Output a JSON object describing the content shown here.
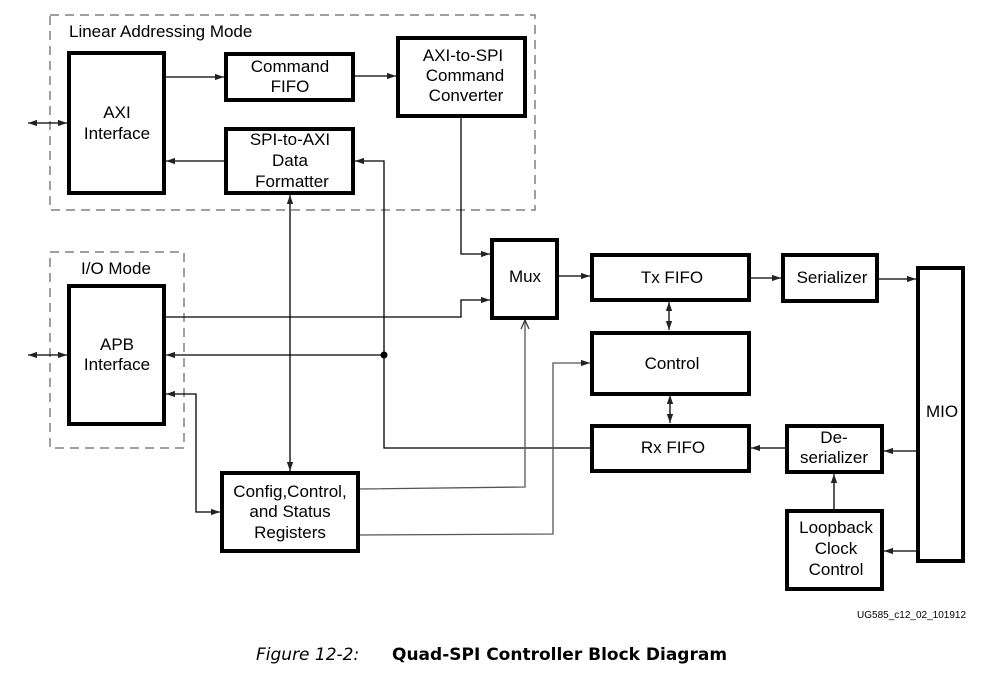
{
  "groups": {
    "linear": "Linear Addressing Mode",
    "io": "I/O Mode"
  },
  "blocks": {
    "axi_interface": [
      "AXI",
      "Interface"
    ],
    "command_fifo": [
      "Command",
      "FIFO"
    ],
    "axi_to_spi": [
      "AXI-to-SPI",
      "Command",
      "Converter"
    ],
    "spi_to_axi": [
      "SPI-to-AXI",
      "Data",
      "Formatter"
    ],
    "apb_interface": [
      "APB",
      "Interface"
    ],
    "mux": [
      "Mux"
    ],
    "tx_fifo": [
      "Tx FIFO"
    ],
    "control": [
      "Control"
    ],
    "rx_fifo": [
      "Rx FIFO"
    ],
    "serializer": [
      "Serializer"
    ],
    "deserializer": [
      "De-",
      "serializer"
    ],
    "loopback": [
      "Loopback",
      "Clock",
      "Control"
    ],
    "mio": [
      "MIO"
    ],
    "registers": [
      "Config,Control,",
      "and Status",
      "Registers"
    ]
  },
  "figure_id": "UG585_c12_02_101912",
  "caption": {
    "number": "Figure 12-2:",
    "title": "Quad-SPI Controller Block Diagram"
  },
  "connections": [
    {
      "from": "external",
      "to": "axi_interface",
      "direction": "bidirectional"
    },
    {
      "from": "axi_interface",
      "to": "command_fifo"
    },
    {
      "from": "command_fifo",
      "to": "axi_to_spi"
    },
    {
      "from": "spi_to_axi",
      "to": "axi_interface"
    },
    {
      "from": "axi_to_spi",
      "to": "mux"
    },
    {
      "from": "apb_interface",
      "to": "mux"
    },
    {
      "from": "registers",
      "to": "mux"
    },
    {
      "from": "external",
      "to": "apb_interface",
      "direction": "bidirectional"
    },
    {
      "from": "rx_fifo",
      "to": "apb_interface"
    },
    {
      "from": "rx_fifo",
      "to": "spi_to_axi"
    },
    {
      "from": "apb_interface",
      "to": "registers",
      "direction": "bidirectional"
    },
    {
      "from": "spi_to_axi",
      "to": "registers",
      "direction": "bidirectional"
    },
    {
      "from": "registers",
      "to": "control"
    },
    {
      "from": "mux",
      "to": "tx_fifo"
    },
    {
      "from": "tx_fifo",
      "to": "control",
      "direction": "bidirectional"
    },
    {
      "from": "control",
      "to": "rx_fifo",
      "direction": "bidirectional"
    },
    {
      "from": "tx_fifo",
      "to": "serializer"
    },
    {
      "from": "serializer",
      "to": "mio"
    },
    {
      "from": "mio",
      "to": "deserializer"
    },
    {
      "from": "mio",
      "to": "loopback"
    },
    {
      "from": "loopback",
      "to": "deserializer"
    },
    {
      "from": "deserializer",
      "to": "rx_fifo"
    }
  ]
}
